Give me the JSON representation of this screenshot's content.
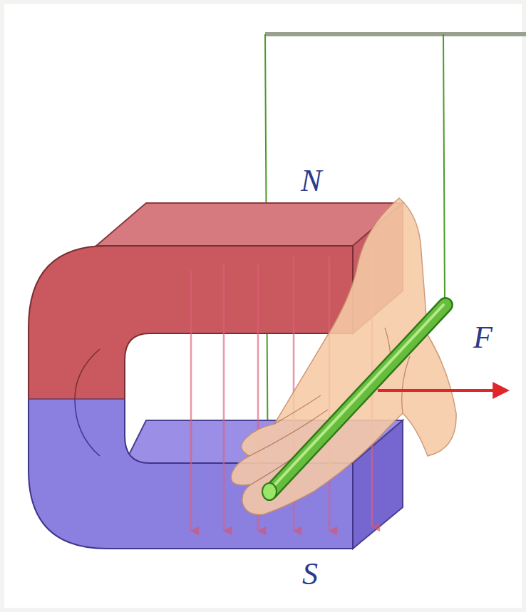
{
  "diagram": {
    "labels": [
      "N",
      "F",
      "S"
    ]
  }
}
